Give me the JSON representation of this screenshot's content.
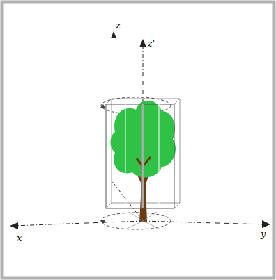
{
  "diagram": {
    "labels": [
      "z",
      "z'",
      "x",
      "y"
    ]
  }
}
